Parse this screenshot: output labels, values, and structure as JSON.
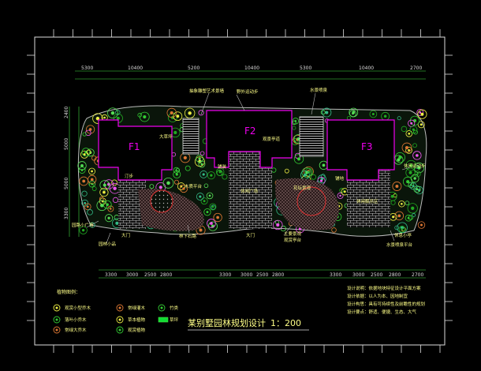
{
  "title": "某别墅园林规划设计",
  "scale": "1：200",
  "buildings": [
    "F1",
    "F2",
    "F3"
  ],
  "dims_top": [
    "5300",
    "10400",
    "5200",
    "10400",
    "5300",
    "10400",
    "2700"
  ],
  "dims_left": [
    "2400",
    "5000",
    "5000",
    "3300"
  ],
  "dims_bottom": [
    "3300",
    "3000",
    "2500",
    "2800",
    "3300",
    "3000",
    "2500",
    "2800",
    "3300",
    "3000",
    "2500",
    "2800",
    "2700"
  ],
  "labels": {
    "top1": "抽象雕塑艺术景墙",
    "top2": "野外运动步",
    "top3": "水景喷泉",
    "lawn1": "大草坪",
    "path": "汀步",
    "deck": "木质平台",
    "rock": "观景亭道",
    "pave1": "铺装",
    "plaza": "休闲广场",
    "circle": "花坛景观",
    "pave3": "铺地",
    "rest": "休闲娱乐区",
    "right": "休闲运动步",
    "left1": "园路小广场",
    "left2": "园林小品",
    "gate1": "大门",
    "gate2": "大门",
    "bottom1": "林下石路",
    "bottom2": "休息小亭",
    "bottom3": "水景喷泉平台",
    "bottom_c1": "主要景观",
    "bottom_c2": "观赏亭台"
  },
  "legend": {
    "title": "植物图例：",
    "items": [
      "观赏小型乔木",
      "常绿灌木",
      "竹类",
      "落叶小乔木",
      "草本植物",
      "草坪",
      "常绿大乔木",
      "观赏植物"
    ]
  },
  "notes": [
    "设计说明：依据地块特征设计平面方案",
    "设计依据：以人为本、因地制宜",
    "设计构思：具有可持续性及前瞻性的规划",
    "设计要点：舒适、便捷、生态、大气"
  ]
}
